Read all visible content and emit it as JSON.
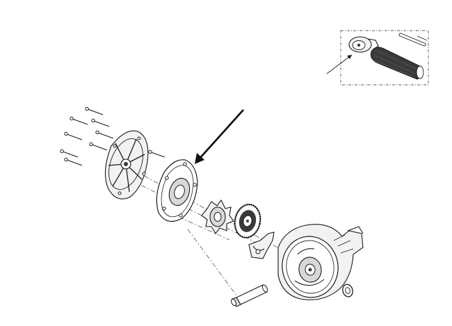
{
  "image": {
    "background": "#ffffff",
    "line_color": "#1a1a1a",
    "shade_light": "#f2f2f2",
    "shade_mid": "#d8d8d8",
    "shade_dark": "#3a3a3a"
  },
  "inset": {
    "border_style": "dashed",
    "depicts": [
      "motor-housing",
      "brush-roll",
      "axle-rod"
    ]
  },
  "exploded_view": {
    "parts": [
      "screw-set",
      "outer-cover-plate",
      "gasket-plate",
      "drive-sprocket",
      "drive-gear",
      "small-bracket",
      "motor-housing",
      "shaft-pin",
      "washer-ring"
    ],
    "pointer": "highlight-arrow"
  }
}
